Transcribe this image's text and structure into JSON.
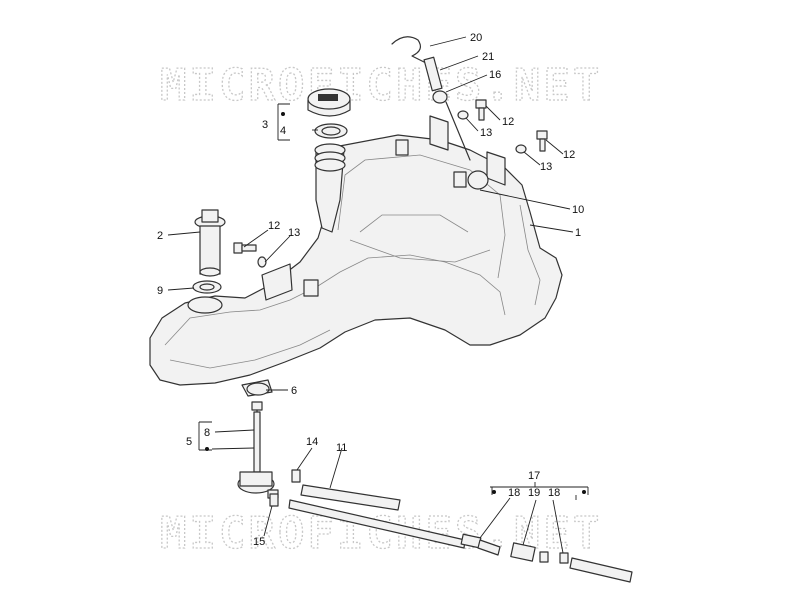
{
  "watermark_text": "MICROFICHES.NET",
  "callouts": [
    {
      "id": "c20",
      "label": "20"
    },
    {
      "id": "c21",
      "label": "21"
    },
    {
      "id": "c16",
      "label": "16"
    },
    {
      "id": "c12a",
      "label": "12"
    },
    {
      "id": "c13a",
      "label": "13"
    },
    {
      "id": "c12b",
      "label": "12"
    },
    {
      "id": "c13b",
      "label": "13"
    },
    {
      "id": "c3",
      "label": "3"
    },
    {
      "id": "c4",
      "label": "4"
    },
    {
      "id": "c10",
      "label": "10"
    },
    {
      "id": "c1",
      "label": "1"
    },
    {
      "id": "c2",
      "label": "2"
    },
    {
      "id": "c12c",
      "label": "12"
    },
    {
      "id": "c13c",
      "label": "13"
    },
    {
      "id": "c9",
      "label": "9"
    },
    {
      "id": "c6",
      "label": "6"
    },
    {
      "id": "c8",
      "label": "8"
    },
    {
      "id": "c5",
      "label": "5"
    },
    {
      "id": "c14",
      "label": "14"
    },
    {
      "id": "c11",
      "label": "11"
    },
    {
      "id": "c15",
      "label": "15"
    },
    {
      "id": "c17",
      "label": "17"
    },
    {
      "id": "c18a",
      "label": "18"
    },
    {
      "id": "c19",
      "label": "19"
    },
    {
      "id": "c18b",
      "label": "18"
    }
  ]
}
